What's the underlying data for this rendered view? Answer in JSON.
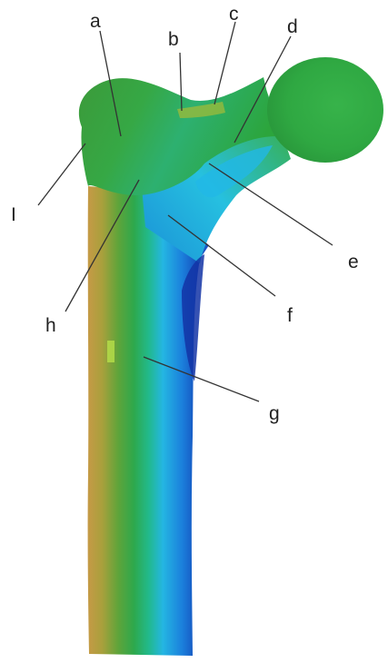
{
  "figure": {
    "labels": {
      "a": "a",
      "b": "b",
      "c": "c",
      "d": "d",
      "e": "e",
      "f": "f",
      "g": "g",
      "h": "h",
      "i": "I"
    }
  },
  "colors": {
    "background": "#ffffff",
    "label_text": "#222222",
    "leader_line": "#333333",
    "stress_gradient": [
      "#1238a8",
      "#1a6fd8",
      "#27b0e8",
      "#2fc6a2",
      "#2fae4e",
      "#3f9c38",
      "#8aa33a",
      "#b6a23e",
      "#c99a45"
    ]
  }
}
